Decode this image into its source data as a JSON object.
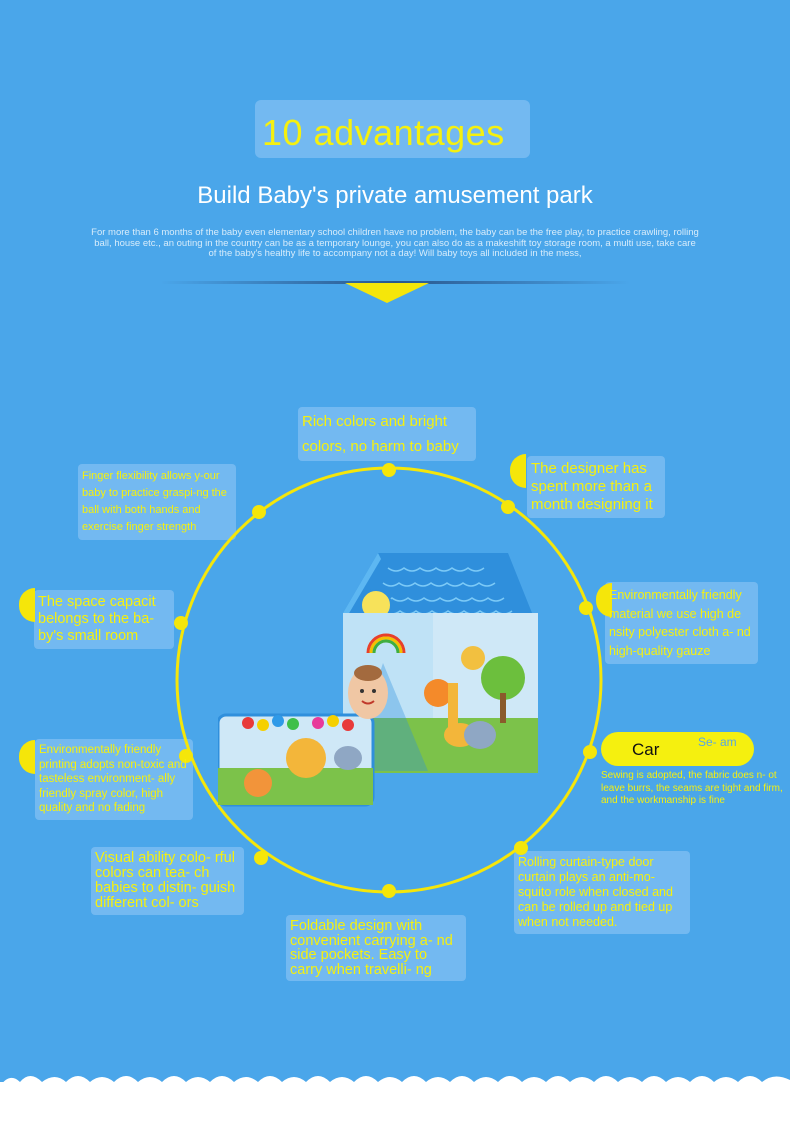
{
  "header": {
    "title": "10 advantages",
    "subtitle": "Build Baby's private amusement park",
    "description": "For more than 6 months of the baby even elementary school children have no problem, the baby can be the free play, to practice crawling, rolling ball, house etc., an outing in the country can be as a temporary lounge, you can also do as a makeshift toy storage room, a multi use, take care of the baby's healthy life to accompany not a day! Will baby toys all included in the mess,"
  },
  "advantages": {
    "rich_colors": "Rich colors and bright colors, no harm to baby",
    "designer": "The designer has spent more than a month designing it",
    "finger": "Finger flexibility allows y-our baby to practice graspi-ng the ball with both hands and exercise finger strength",
    "environment_right": "Environmentally friendly material we use high de nsity polyester cloth a- nd high-quality gauze",
    "space": "The space capacit belongs to the ba- by's small room",
    "environment_left": "Environmentally friendly printing adopts non-toxic and tasteless environment- ally friendly spray color, high quality and no fading",
    "car": "Car",
    "seam": "Se- am",
    "sewing": "Sewing is adopted, the fabric does n- ot leave burrs, the seams are tight and firm, and the workmanship is fine",
    "visual": "Visual ability colo- rful colors can tea- ch babies to distin- guish different col- ors",
    "rolling": "Rolling curtain-type door curtain plays an anti-mo- squito role when closed and can be rolled up and tied up when not needed.",
    "foldable": "Foldable design with convenient carrying a- nd side pockets. Easy to carry when travelli- ng"
  },
  "colors": {
    "background": "#4aa6ea",
    "accent_yellow": "#f5f00f",
    "ring_yellow": "#f5e60a"
  }
}
